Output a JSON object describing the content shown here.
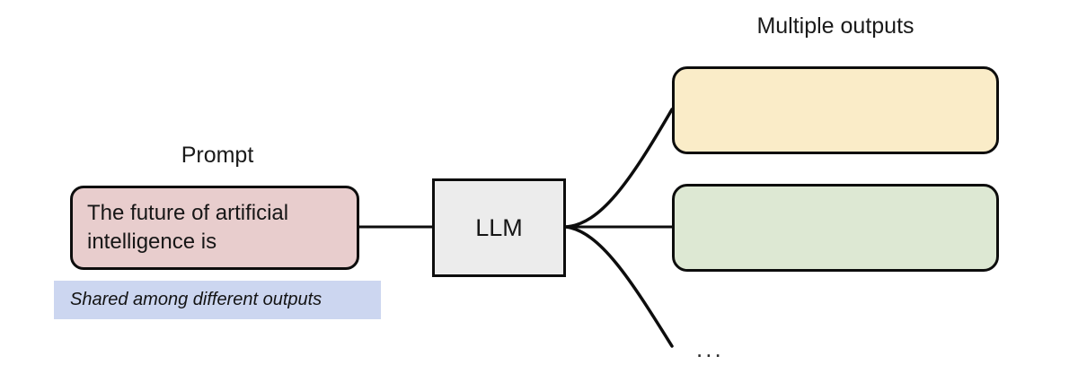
{
  "diagram": {
    "title_prompt": "Prompt",
    "title_outputs": "Multiple outputs",
    "prompt_box": {
      "text": "The future of artificial intelligence is",
      "fill": "#e8cdcd"
    },
    "model_box": {
      "label": "LLM",
      "fill": "#ececec"
    },
    "outputs": [
      {
        "name": "output-1",
        "fill": "#faecc8",
        "text": ""
      },
      {
        "name": "output-2",
        "fill": "#dde8d3",
        "text": ""
      }
    ],
    "ellipsis": "...",
    "shared_note": {
      "text": "Shared among different outputs",
      "fill": "#ccd6f0"
    },
    "stroke_color": "#0d0d0d"
  }
}
